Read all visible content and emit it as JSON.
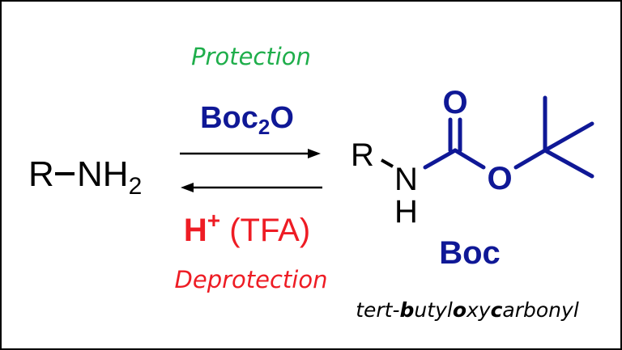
{
  "colors": {
    "green": "#1fae4b",
    "blue": "#0f1896",
    "red": "#ee1c24",
    "black": "#000000"
  },
  "reactant": {
    "r": "R",
    "nh2": "NH",
    "sub": "2"
  },
  "forward": {
    "label": "Protection",
    "reagent_main": "Boc",
    "reagent_sub": "2",
    "reagent_end": "O"
  },
  "reverse": {
    "reagent_h": "H",
    "reagent_sup": "+",
    "reagent_tfa": "(TFA)",
    "label": "Deprotection"
  },
  "product": {
    "r": "R",
    "n": "N",
    "h": "H",
    "o_carbonyl": "O",
    "o_ester": "O",
    "name": "Boc"
  },
  "expansion": {
    "parts": [
      "tert-",
      "b",
      "utyl",
      "o",
      "xy",
      "c",
      "arbonyl"
    ]
  }
}
